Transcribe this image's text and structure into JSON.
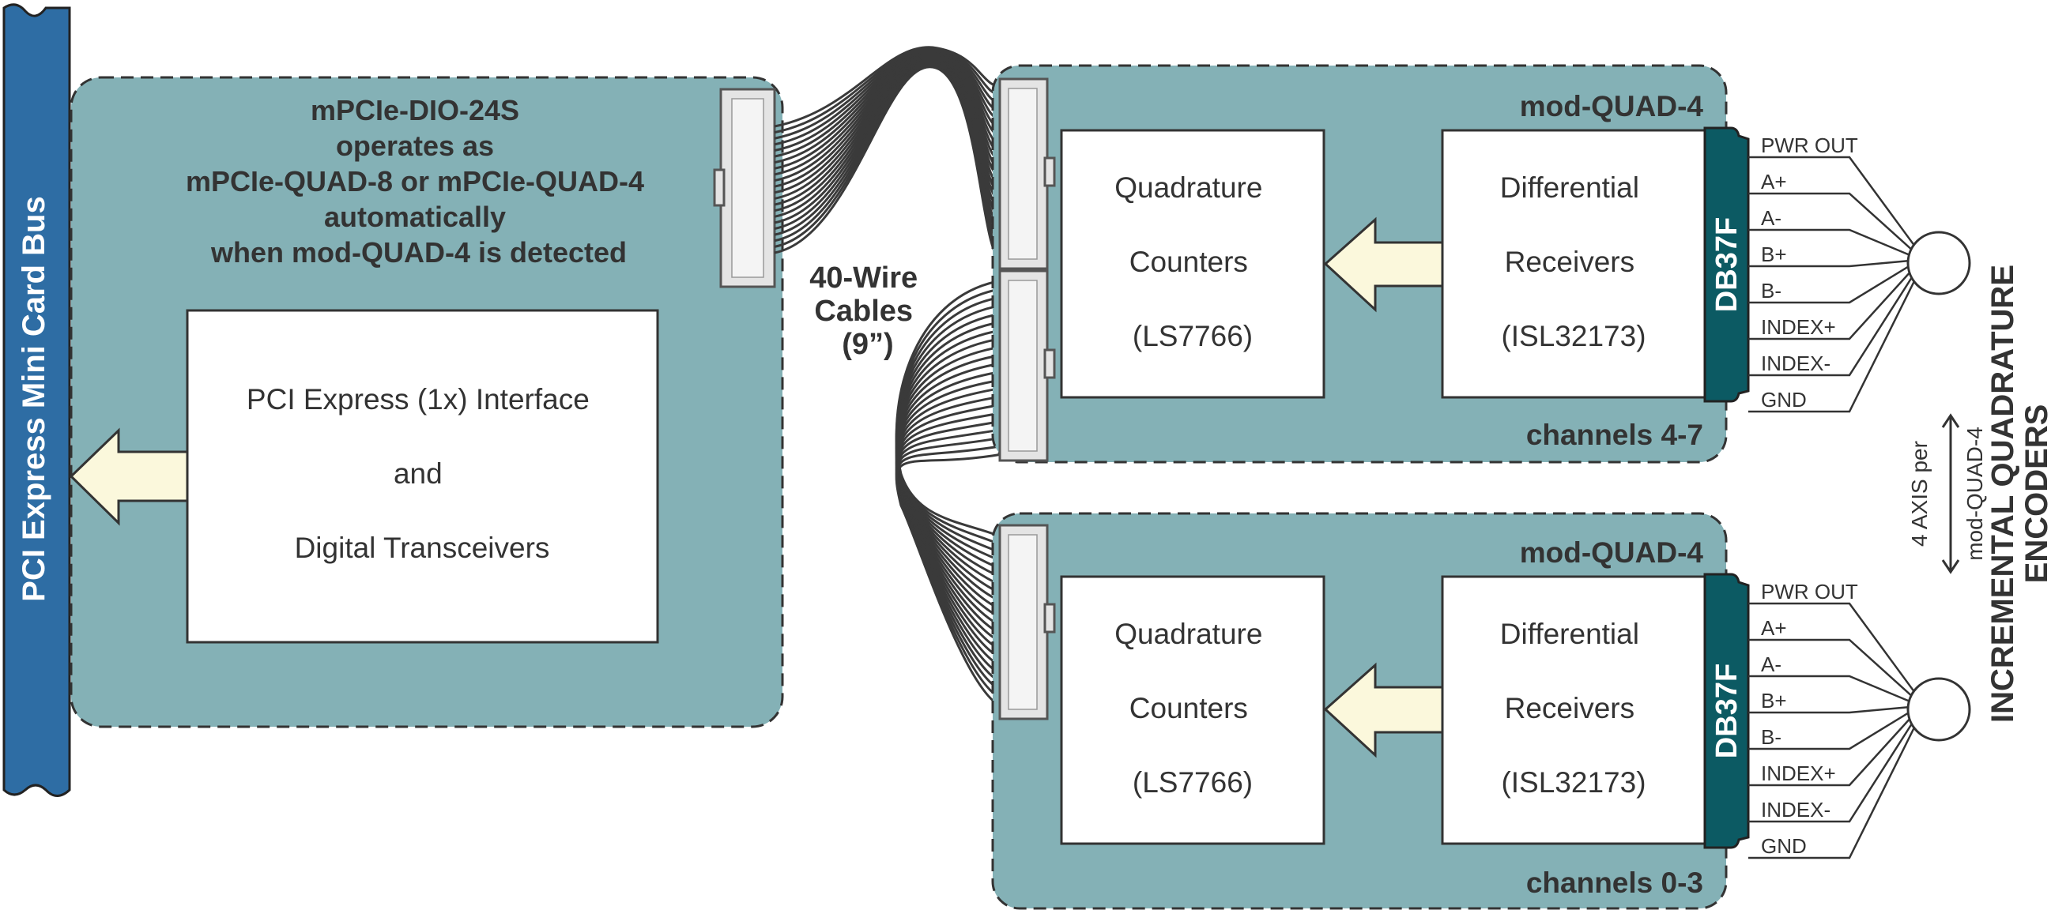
{
  "bus": {
    "label": "PCI Express Mini Card Bus"
  },
  "main_card": {
    "description_lines": [
      "mPCIe-DIO-24S",
      "operates as",
      "mPCIe-QUAD-8 or mPCIe-QUAD-4",
      "automatically",
      "when mod-QUAD-4 is detected"
    ],
    "interface_box_lines": [
      "PCI Express (1x) Interface",
      "and",
      "Digital Transceivers"
    ]
  },
  "cable": {
    "label_lines": [
      "40-Wire",
      "Cables",
      "(9”)"
    ]
  },
  "modules": [
    {
      "title": "mod-QUAD-4",
      "channels": "channels 4-7",
      "counters_lines": [
        "Quadrature",
        "Counters",
        "(LS7766)"
      ],
      "receivers_lines": [
        "Differential",
        "Receivers",
        "(ISL32173)"
      ],
      "connector": "DB37F",
      "signals": [
        "PWR OUT",
        "A+",
        "A-",
        "B+",
        "B-",
        "INDEX+",
        "INDEX-",
        "GND"
      ]
    },
    {
      "title": "mod-QUAD-4",
      "channels": "channels 0-3",
      "counters_lines": [
        "Quadrature",
        "Counters",
        "(LS7766)"
      ],
      "receivers_lines": [
        "Differential",
        "Receivers",
        "(ISL32173)"
      ],
      "connector": "DB37F",
      "signals": [
        "PWR OUT",
        "A+",
        "A-",
        "B+",
        "B-",
        "INDEX+",
        "INDEX-",
        "GND"
      ]
    }
  ],
  "axis_note": {
    "lines": [
      "4 AXIS per",
      "mod-QUAD-4"
    ]
  },
  "encoders": {
    "lines": [
      "INCREMENTAL QUADRATURE",
      "ENCODERS"
    ]
  },
  "colors": {
    "board": "#84b1b6",
    "bus": "#2e6da4",
    "connector": "#0c5a63",
    "arrow": "#fbf8dc",
    "cable": "#3a3a3a",
    "text": "#333333"
  }
}
